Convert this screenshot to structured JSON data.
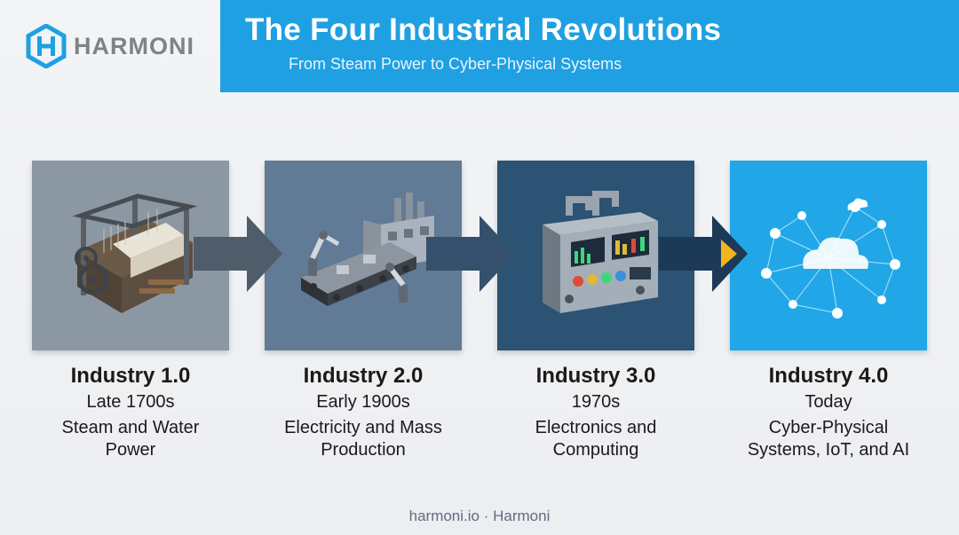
{
  "brand": {
    "name": "HARMONI",
    "logo_icon": "hexagon-h-logo-icon",
    "accent": "#1fa0e3"
  },
  "header": {
    "title": "The Four Industrial Revolutions",
    "subtitle": "From Steam Power to Cyber-Physical Systems"
  },
  "stages": [
    {
      "title": "Industry 1.0",
      "period": "Late 1700s",
      "description": "Steam and Water Power",
      "icon": "loom-icon",
      "color": "#8b97a3"
    },
    {
      "title": "Industry 2.0",
      "period": "Early 1900s",
      "description": "Electricity and Mass Production",
      "icon": "assembly-line-icon",
      "color": "#617a95"
    },
    {
      "title": "Industry 3.0",
      "period": "1970s",
      "description": "Electronics and Computing",
      "icon": "control-panel-icon",
      "color": "#2c5274"
    },
    {
      "title": "Industry 4.0",
      "period": "Today",
      "description": "Cyber-Physical Systems, IoT, and AI",
      "icon": "cloud-network-icon",
      "color": "#21a7e7"
    }
  ],
  "footer": {
    "text": "harmoni.io · Harmoni"
  }
}
